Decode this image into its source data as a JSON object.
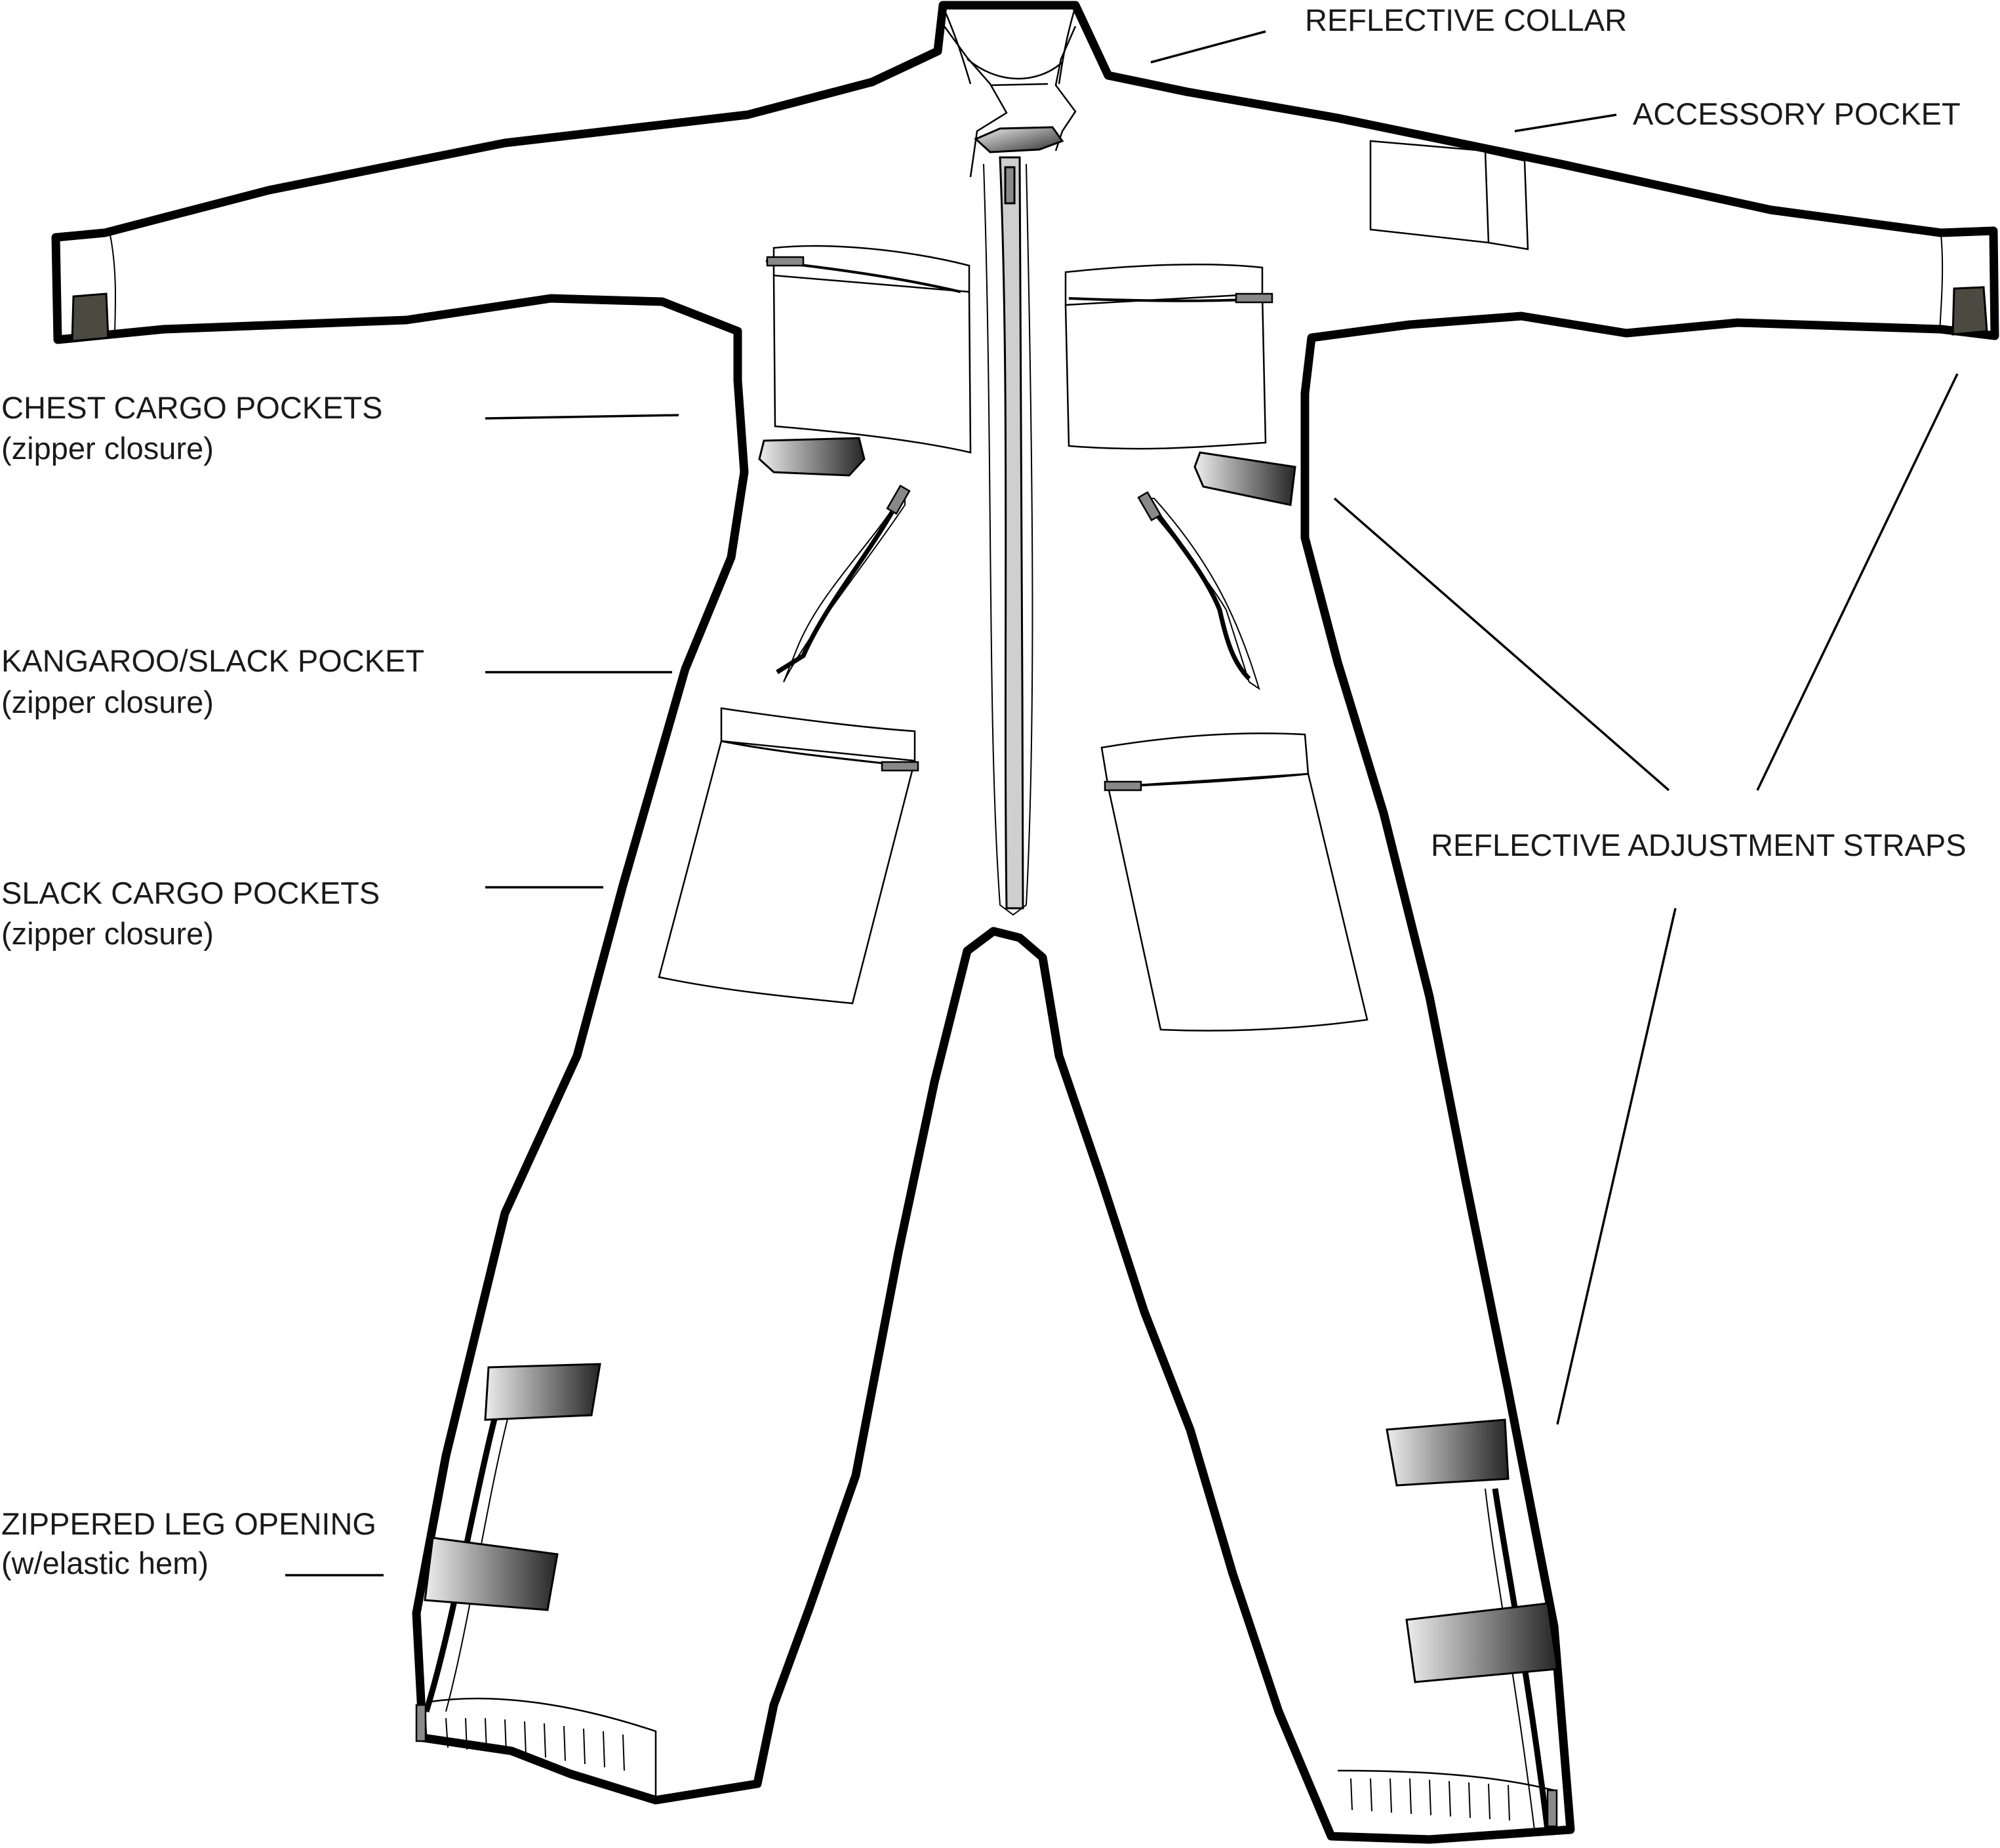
{
  "labels": {
    "reflective_collar": "REFLECTIVE COLLAR",
    "accessory_pocket": "ACCESSORY POCKET",
    "chest_cargo_title": "CHEST CARGO POCKETS",
    "chest_cargo_sub": "(zipper closure)",
    "kangaroo_title": "KANGAROO/SLACK POCKET",
    "kangaroo_sub": "(zipper closure)",
    "slack_cargo_title": "SLACK CARGO POCKETS",
    "slack_cargo_sub": "(zipper closure)",
    "reflective_straps": "REFLECTIVE ADJUSTMENT STRAPS",
    "leg_opening_title": "ZIPPERED LEG OPENING",
    "leg_opening_sub": "(w/elastic hem)"
  },
  "colors": {
    "outline": "#000000",
    "reflective_dark": "#2a2a2a",
    "reflective_light": "#f2f2f2",
    "cuff_patch": "#4a4a40"
  }
}
